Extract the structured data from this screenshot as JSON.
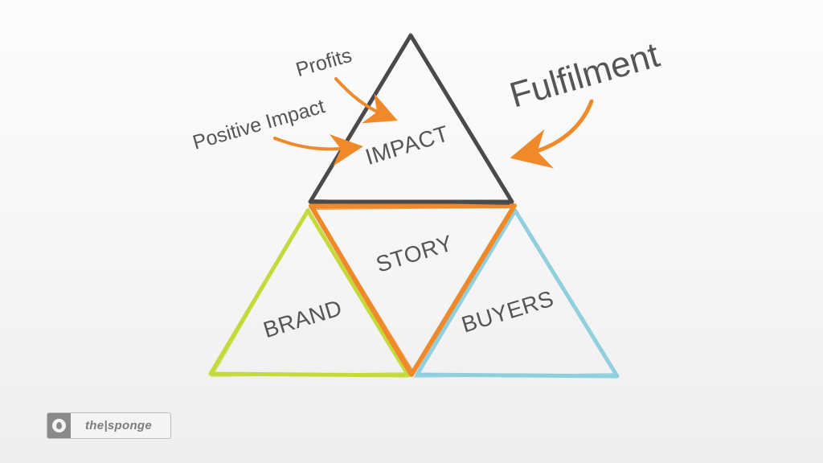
{
  "diagram": {
    "triangles": {
      "impact": {
        "label": "IMPACT",
        "color": "#4a4a4a"
      },
      "story": {
        "label": "STORY",
        "color": "#f0892a"
      },
      "brand": {
        "label": "BRAND",
        "color": "#c4d93a"
      },
      "buyers": {
        "label": "BUYERS",
        "color": "#8fcfde"
      }
    },
    "annotations": {
      "profits": "Profits",
      "positive_impact": "Positive Impact",
      "fulfilment": "Fulfilment"
    },
    "arrow_color": "#f0892a"
  },
  "logo": {
    "text": "the|sponge",
    "icon": "sponge-drop-icon"
  }
}
